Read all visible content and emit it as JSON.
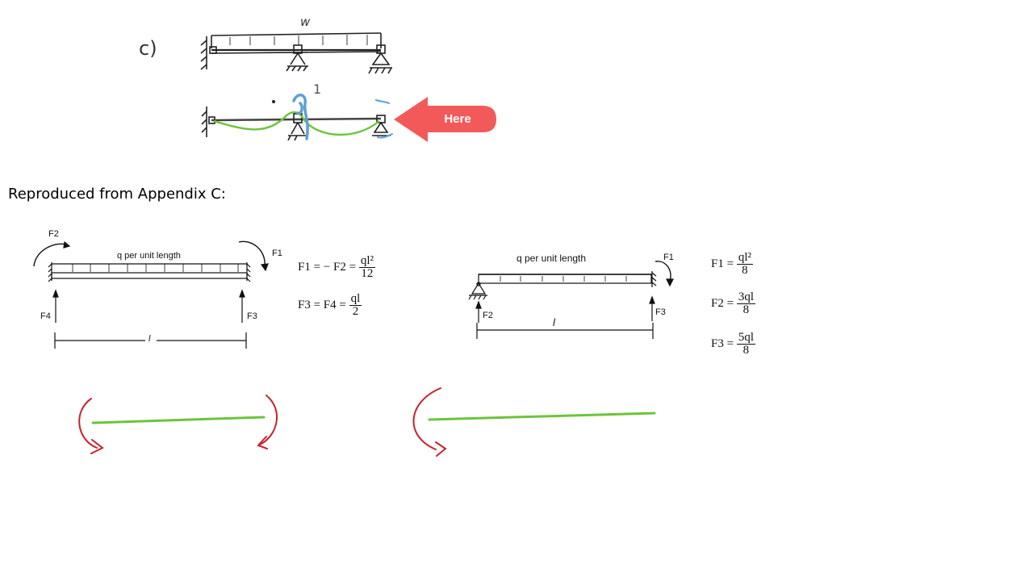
{
  "sketch": {
    "part_label": "c)",
    "load_label": "w",
    "mode_label": "1"
  },
  "callout": {
    "label": "Here",
    "color": "#f25a5a"
  },
  "caption": "Reproduced from Appendix C:",
  "fixed_fixed": {
    "load_label": "q per unit length",
    "f1": "F1",
    "f2": "F2",
    "f3": "F3",
    "f4": "F4",
    "length": "l",
    "eq1_lhs": "F1 = − F2 =",
    "eq1_num": "ql²",
    "eq1_den": "12",
    "eq2_lhs": "F3 = F4 =",
    "eq2_num": "ql",
    "eq2_den": "2"
  },
  "pinned_fixed": {
    "load_label": "q per unit length",
    "f1": "F1",
    "f2": "F2",
    "f3": "F3",
    "length": "l",
    "eq1_lhs": "F1 =",
    "eq1_num": "ql²",
    "eq1_den": "8",
    "eq2_lhs": "F2 =",
    "eq2_num": "3ql",
    "eq2_den": "8",
    "eq3_lhs": "F3 =",
    "eq3_num": "5ql",
    "eq3_den": "8"
  },
  "colors": {
    "deflection": "#6cc43a",
    "moment_arrow": "#c8202e",
    "pen_blue": "#5f9fd6"
  }
}
